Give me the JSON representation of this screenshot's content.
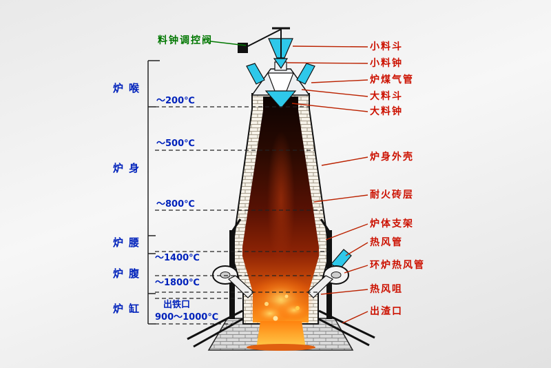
{
  "colors": {
    "label_blue": "#0022bb",
    "label_red": "#cc1100",
    "label_green": "#007700",
    "leader_red": "#bb2200",
    "pipe_cyan": "#2ec8ea",
    "fire_bottom": "#ff9b1e",
    "background": "#efefef"
  },
  "top_label": {
    "text": "料钟调控阀"
  },
  "left_zone_labels": [
    {
      "text": "炉喉"
    },
    {
      "text": "炉身"
    },
    {
      "text": "炉腰"
    },
    {
      "text": "炉腹"
    },
    {
      "text": "炉缸"
    }
  ],
  "temperature_labels": [
    {
      "text": "～200℃"
    },
    {
      "text": "～500℃"
    },
    {
      "text": "～800℃"
    },
    {
      "text": "～1400℃"
    },
    {
      "text": "～1800℃"
    }
  ],
  "tap_hole_label": {
    "line1": "出铁口",
    "line2": "900～1000℃"
  },
  "right_labels": [
    {
      "text": "小料斗"
    },
    {
      "text": "小料钟"
    },
    {
      "text": "炉煤气管"
    },
    {
      "text": "大料斗"
    },
    {
      "text": "大料钟"
    },
    {
      "text": "炉身外壳"
    },
    {
      "text": "耐火砖层"
    },
    {
      "text": "炉体支架"
    },
    {
      "text": "热风管"
    },
    {
      "text": "环炉热风管"
    },
    {
      "text": "热风咀"
    },
    {
      "text": "出渣口"
    }
  ]
}
